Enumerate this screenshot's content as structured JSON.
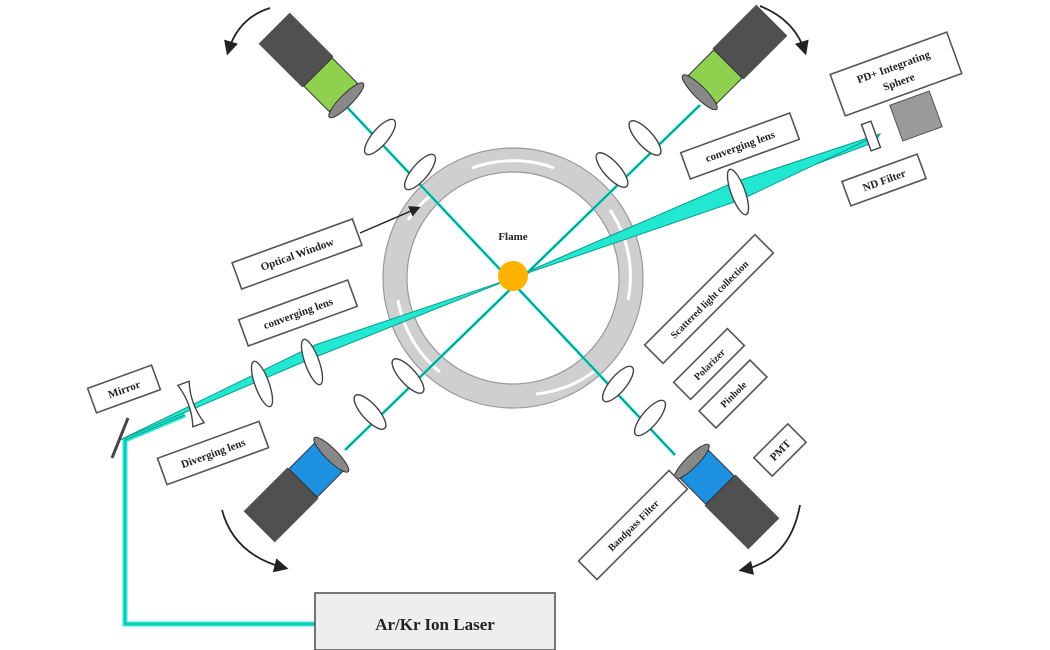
{
  "labels": {
    "pd_sphere_line1": "PD+ Integrating",
    "pd_sphere_line2": "Sphere",
    "converging_lens_top": "converging lens",
    "nd_filter": "ND Filter",
    "flame": "Flame",
    "optical_window": "Optical Window",
    "converging_lens_left": "converging lens",
    "scattered_light": "Scattered light collection",
    "polarizer": "Polarizer",
    "pinhole": "Pinhole",
    "mirror": "Mirror",
    "diverging_lens": "Diverging lens",
    "pmt": "PMT",
    "bandpass_filter": "Bandpass Filter",
    "laser": "Ar/Kr Ion Laser"
  },
  "colors": {
    "beam": "#22e8d2",
    "beam_edge": "#0f9e90",
    "flame": "#ffb300",
    "detector_body": "#505050",
    "detector_green": "#8fd14f",
    "detector_blue": "#1e90e0",
    "chamber": "#e4e4e4",
    "box_stroke": "#555555"
  }
}
